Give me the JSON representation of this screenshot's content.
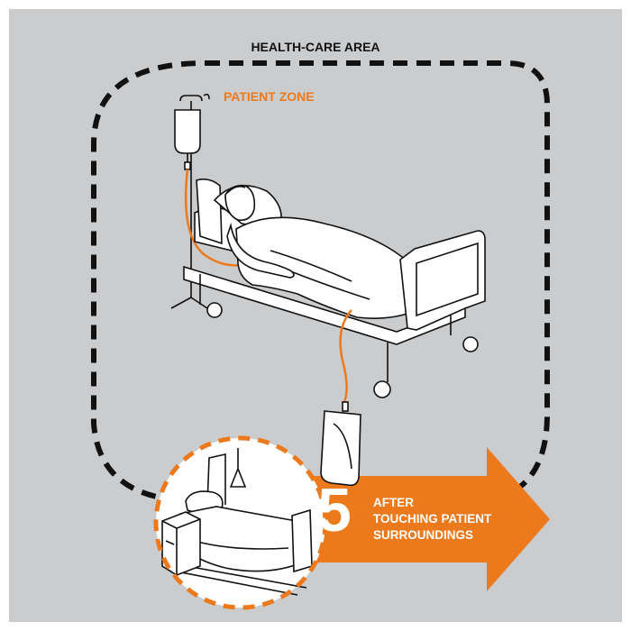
{
  "labels": {
    "area": "HEALTH-CARE AREA",
    "zone": "PATIENT ZONE"
  },
  "moment": {
    "number": "5",
    "lines": [
      "AFTER",
      "TOUCHING PATIENT",
      "SURROUNDINGS"
    ]
  },
  "colors": {
    "background": "#cbccce",
    "accent_orange": "#ec7a1c",
    "line": "#111111",
    "fill": "#ffffff"
  },
  "icons": [
    "iv-bag-icon",
    "patient-in-bed-icon",
    "urine-bag-icon",
    "empty-bed-icon",
    "bedside-cabinet-icon",
    "arrow-icon"
  ]
}
